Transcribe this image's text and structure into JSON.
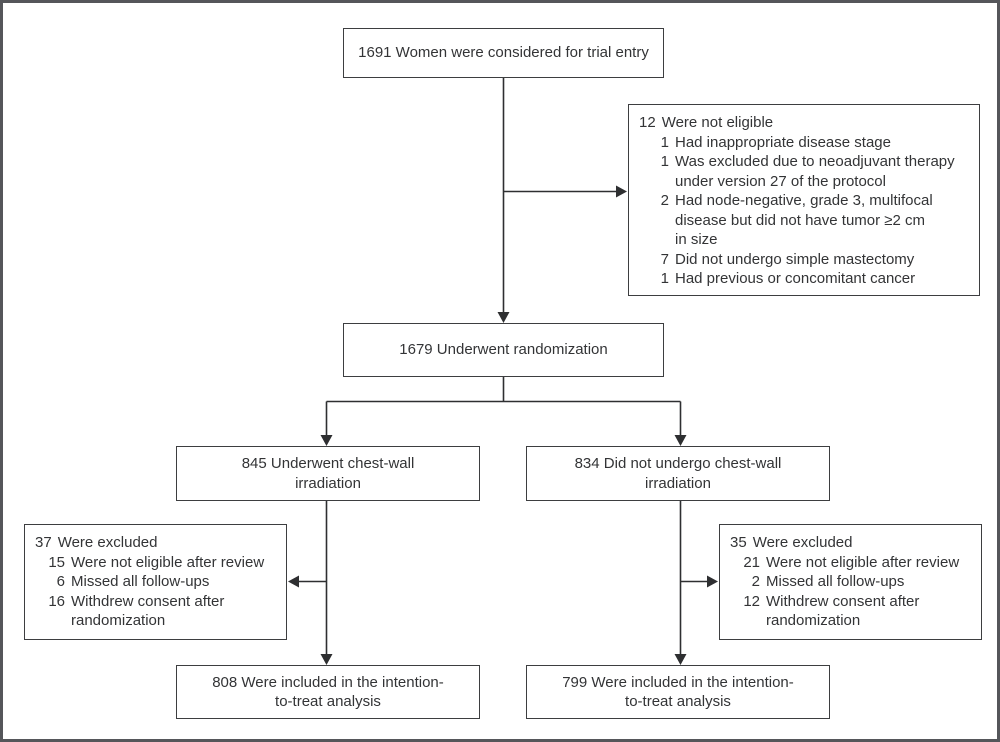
{
  "figure": {
    "kind": "consort-trial-flow-diagram",
    "colors": {
      "frame_border": "#55565a",
      "box_border": "#3d3e40",
      "line": "#2e2f31",
      "text": "#333436"
    }
  },
  "flow": {
    "considered": {
      "text": "1691 Women were considered for trial entry"
    },
    "not_eligible": {
      "count": "12",
      "label": "Were not eligible",
      "items": [
        {
          "num": "1",
          "text": "Had inappropriate disease stage"
        },
        {
          "num": "1",
          "text": "Was excluded due to neoadjuvant therapy\nunder version 27 of the protocol"
        },
        {
          "num": "2",
          "text": "Had node-negative, grade 3, multifocal\ndisease but did not have tumor ≥2 cm\nin size"
        },
        {
          "num": "7",
          "text": "Did not undergo simple mastectomy"
        },
        {
          "num": "1",
          "text": "Had previous or concomitant cancer"
        }
      ]
    },
    "randomized": {
      "text": "1679 Underwent randomization"
    },
    "arm_left": {
      "text": "845 Underwent chest-wall\nirradiation"
    },
    "arm_right": {
      "text": "834 Did not undergo chest-wall\nirradiation"
    },
    "excluded_left": {
      "count": "37",
      "label": "Were excluded",
      "items": [
        {
          "num": "15",
          "text": "Were not eligible after review"
        },
        {
          "num": "6",
          "text": "Missed all follow-ups"
        },
        {
          "num": "16",
          "text": "Withdrew consent after\nrandomization"
        }
      ]
    },
    "excluded_right": {
      "count": "35",
      "label": "Were excluded",
      "items": [
        {
          "num": "21",
          "text": "Were not eligible after review"
        },
        {
          "num": "2",
          "text": "Missed all follow-ups"
        },
        {
          "num": "12",
          "text": "Withdrew consent after\nrandomization"
        }
      ]
    },
    "itt_left": {
      "text": "808 Were included in the intention-\nto-treat analysis"
    },
    "itt_right": {
      "text": "799 Were included in the intention-\nto-treat analysis"
    }
  }
}
